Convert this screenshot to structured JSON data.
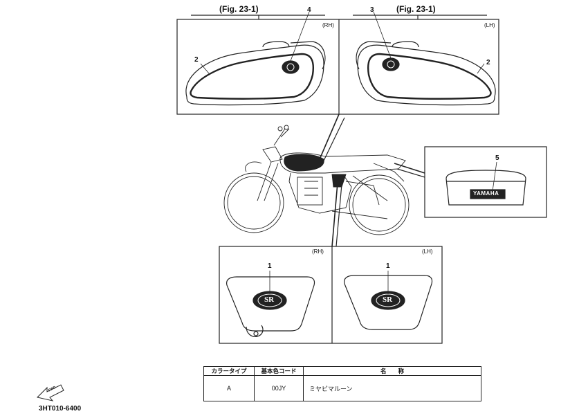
{
  "figure_refs": {
    "left": "(Fig. 23-1)",
    "right": "(Fig. 23-1)"
  },
  "side_labels": {
    "tank_rh": "(RH)",
    "tank_lh": "(LH)",
    "cover_rh": "(RH)",
    "cover_lh": "(LH)"
  },
  "callouts": {
    "tank_rh_stripe": "2",
    "tank_rh_emblem": "4",
    "tank_lh_emblem": "3",
    "tank_lh_stripe": "2",
    "rear_emblem": "5",
    "cover_rh_emblem": "1",
    "cover_lh_emblem": "1"
  },
  "emblems": {
    "rear": "YAMAHA",
    "side_cover": "SR"
  },
  "fwd_arrow": "FWD",
  "table": {
    "headers": [
      "カラータイプ",
      "基本色コード",
      "名　　称"
    ],
    "rows": [
      [
        "A",
        "00JY",
        "ミヤビマルーン"
      ]
    ]
  },
  "part_code": "3HT010-6400"
}
